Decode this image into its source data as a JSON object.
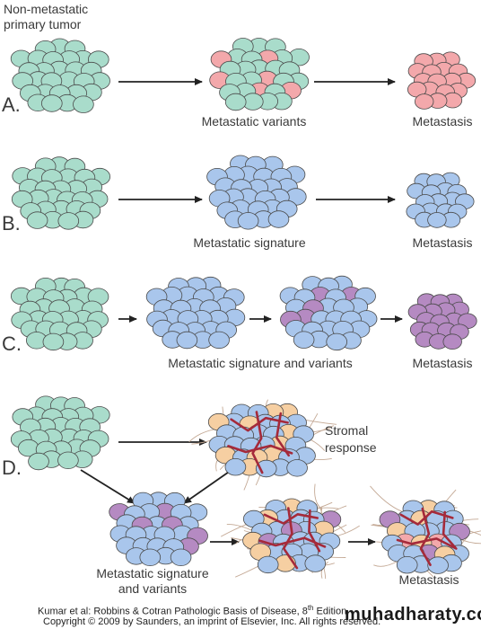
{
  "top_label": "Non-metastatic\nprimary tumor",
  "rows": {
    "A": {
      "letter": "A.",
      "middle": "Metastatic variants",
      "end": "Metastasis"
    },
    "B": {
      "letter": "B.",
      "middle": "Metastatic signature",
      "end": "Metastasis"
    },
    "C": {
      "letter": "C.",
      "middle": "Metastatic signature and variants",
      "end": "Metastasis"
    },
    "D": {
      "letter": "D.",
      "stromal": "Stromal\nresponse",
      "middle": "Metastatic signature\nand variants",
      "end": "Metastasis"
    }
  },
  "colors": {
    "teal": "#a9dccb",
    "blue": "#a9c6ec",
    "pink": "#f3a8ab",
    "purple": "#b58ac2",
    "peach": "#f6cfa2",
    "vessel": "#a52a3a",
    "fibers": "#c4a995",
    "outline": "#4a4a4a"
  },
  "credit": {
    "line1_pre": "Kumar et al: Robbins & Cotran Pathologic Basis of Disease, 8",
    "line1_sup": "th",
    "line1_post": " Edition",
    "line2": "Copyright © 2009 by Saunders, an imprint of Elsevier, Inc. All rights reserved."
  },
  "watermark": "muhadharaty.com"
}
